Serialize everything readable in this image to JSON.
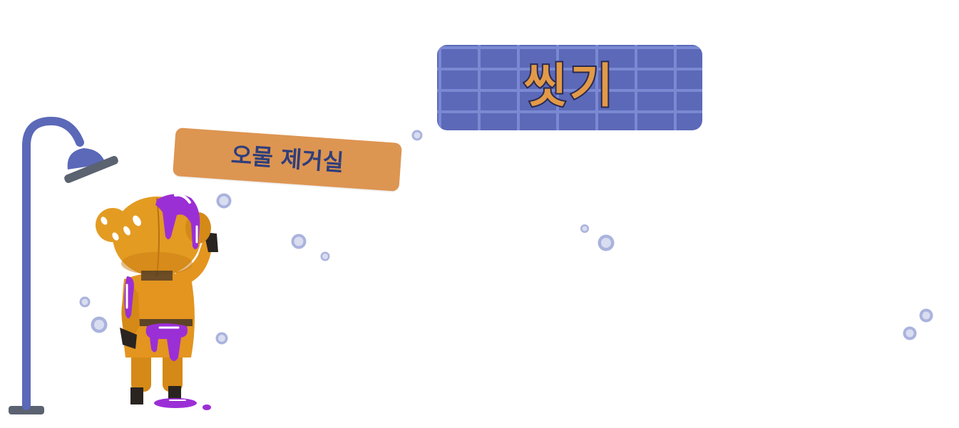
{
  "title": {
    "text": "씻기",
    "fill_color": "#e29a47",
    "outline_color": "#2a2a52",
    "board_color": "#5b69b8",
    "grout_color": "#7a89d2"
  },
  "sign": {
    "text": "오물 제거실",
    "background_color": "#dd9552",
    "text_color": "#2f3e7a"
  },
  "shower": {
    "icon": "shower-head-icon",
    "pipe_color": "#5b69b8"
  },
  "character": {
    "icon": "character-covered-in-purple-goo",
    "body_color": "#e3951f",
    "goo_color": "#9b2fd6"
  },
  "bubbles": {
    "icon": "bubble-icon",
    "color": "#aab3dd"
  }
}
